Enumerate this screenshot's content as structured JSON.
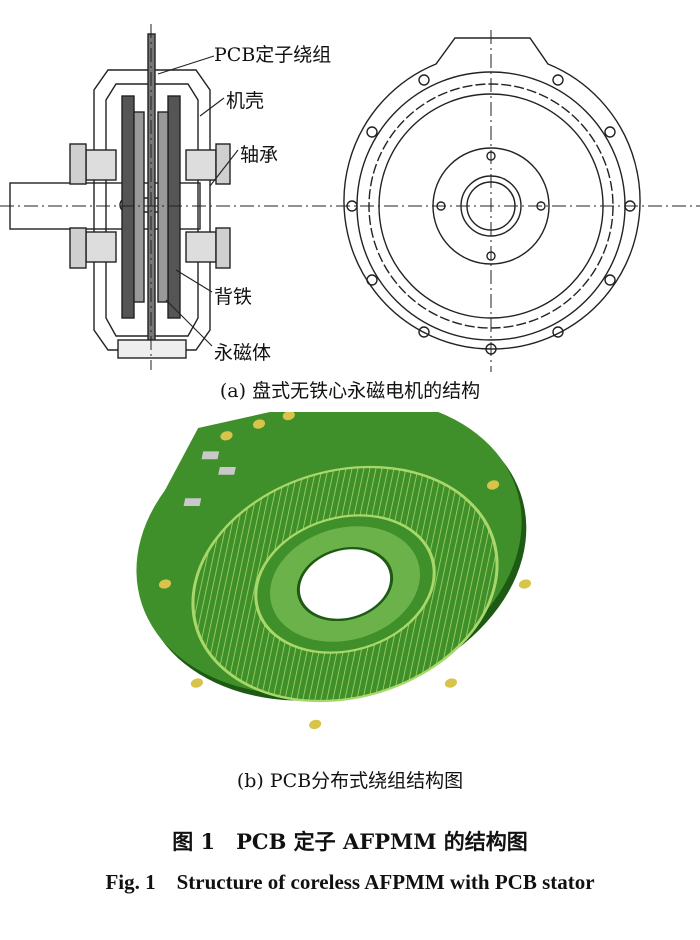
{
  "part_a": {
    "labels": {
      "pcb_stator": "PCB定子绕组",
      "housing": "机壳",
      "bearing": "轴承",
      "back_iron": "背铁",
      "magnet": "永磁体"
    },
    "caption": "(a) 盘式无铁心永磁电机的结构"
  },
  "part_b": {
    "caption": "(b) PCB分布式绕组结构图",
    "colors": {
      "board": "#3f8f2a",
      "board_dark": "#1e5a14",
      "trace": "#a9d86a",
      "pad": "#d8c44a"
    }
  },
  "figure": {
    "caption_cn": "图 1　PCB 定子 AFPMM 的结构图",
    "caption_en": "Fig. 1　Structure of coreless AFPMM with PCB stator"
  }
}
